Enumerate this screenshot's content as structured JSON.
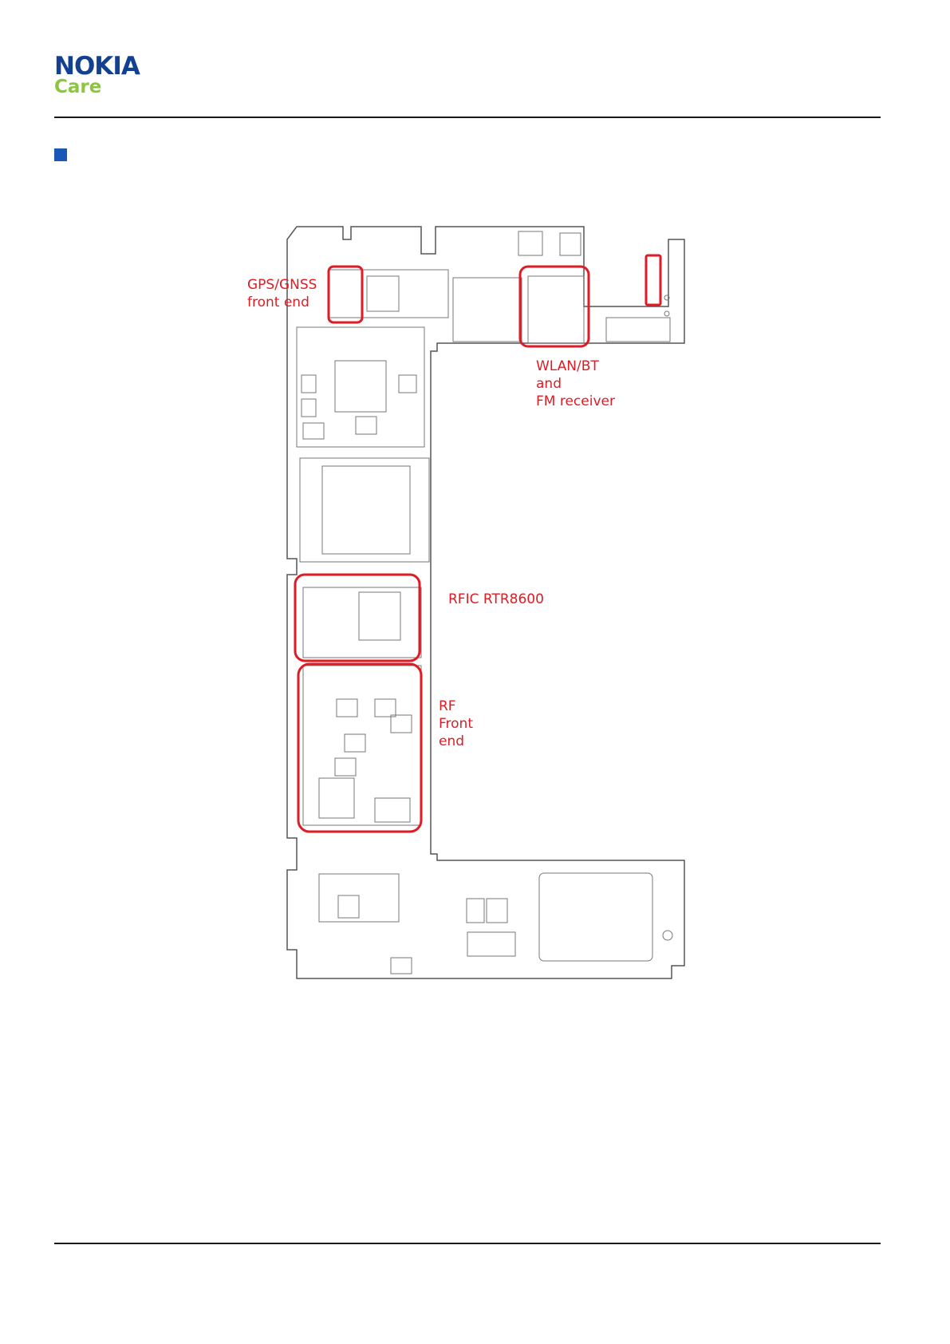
{
  "header": {
    "logo_brand": "NOKIA",
    "logo_sub": "Care",
    "brand_color": "#124191",
    "sub_color": "#8cc63f",
    "bullet_color": "#1958b7"
  },
  "diagram": {
    "highlight_color": "#e01b24",
    "labels": {
      "gps": "GPS/GNSS\nfront end",
      "wlan": "WLAN/BT\nand\nFM receiver",
      "rfic": "RFIC RTR8600",
      "rf_front_end": "RF\nFront\nend"
    }
  }
}
